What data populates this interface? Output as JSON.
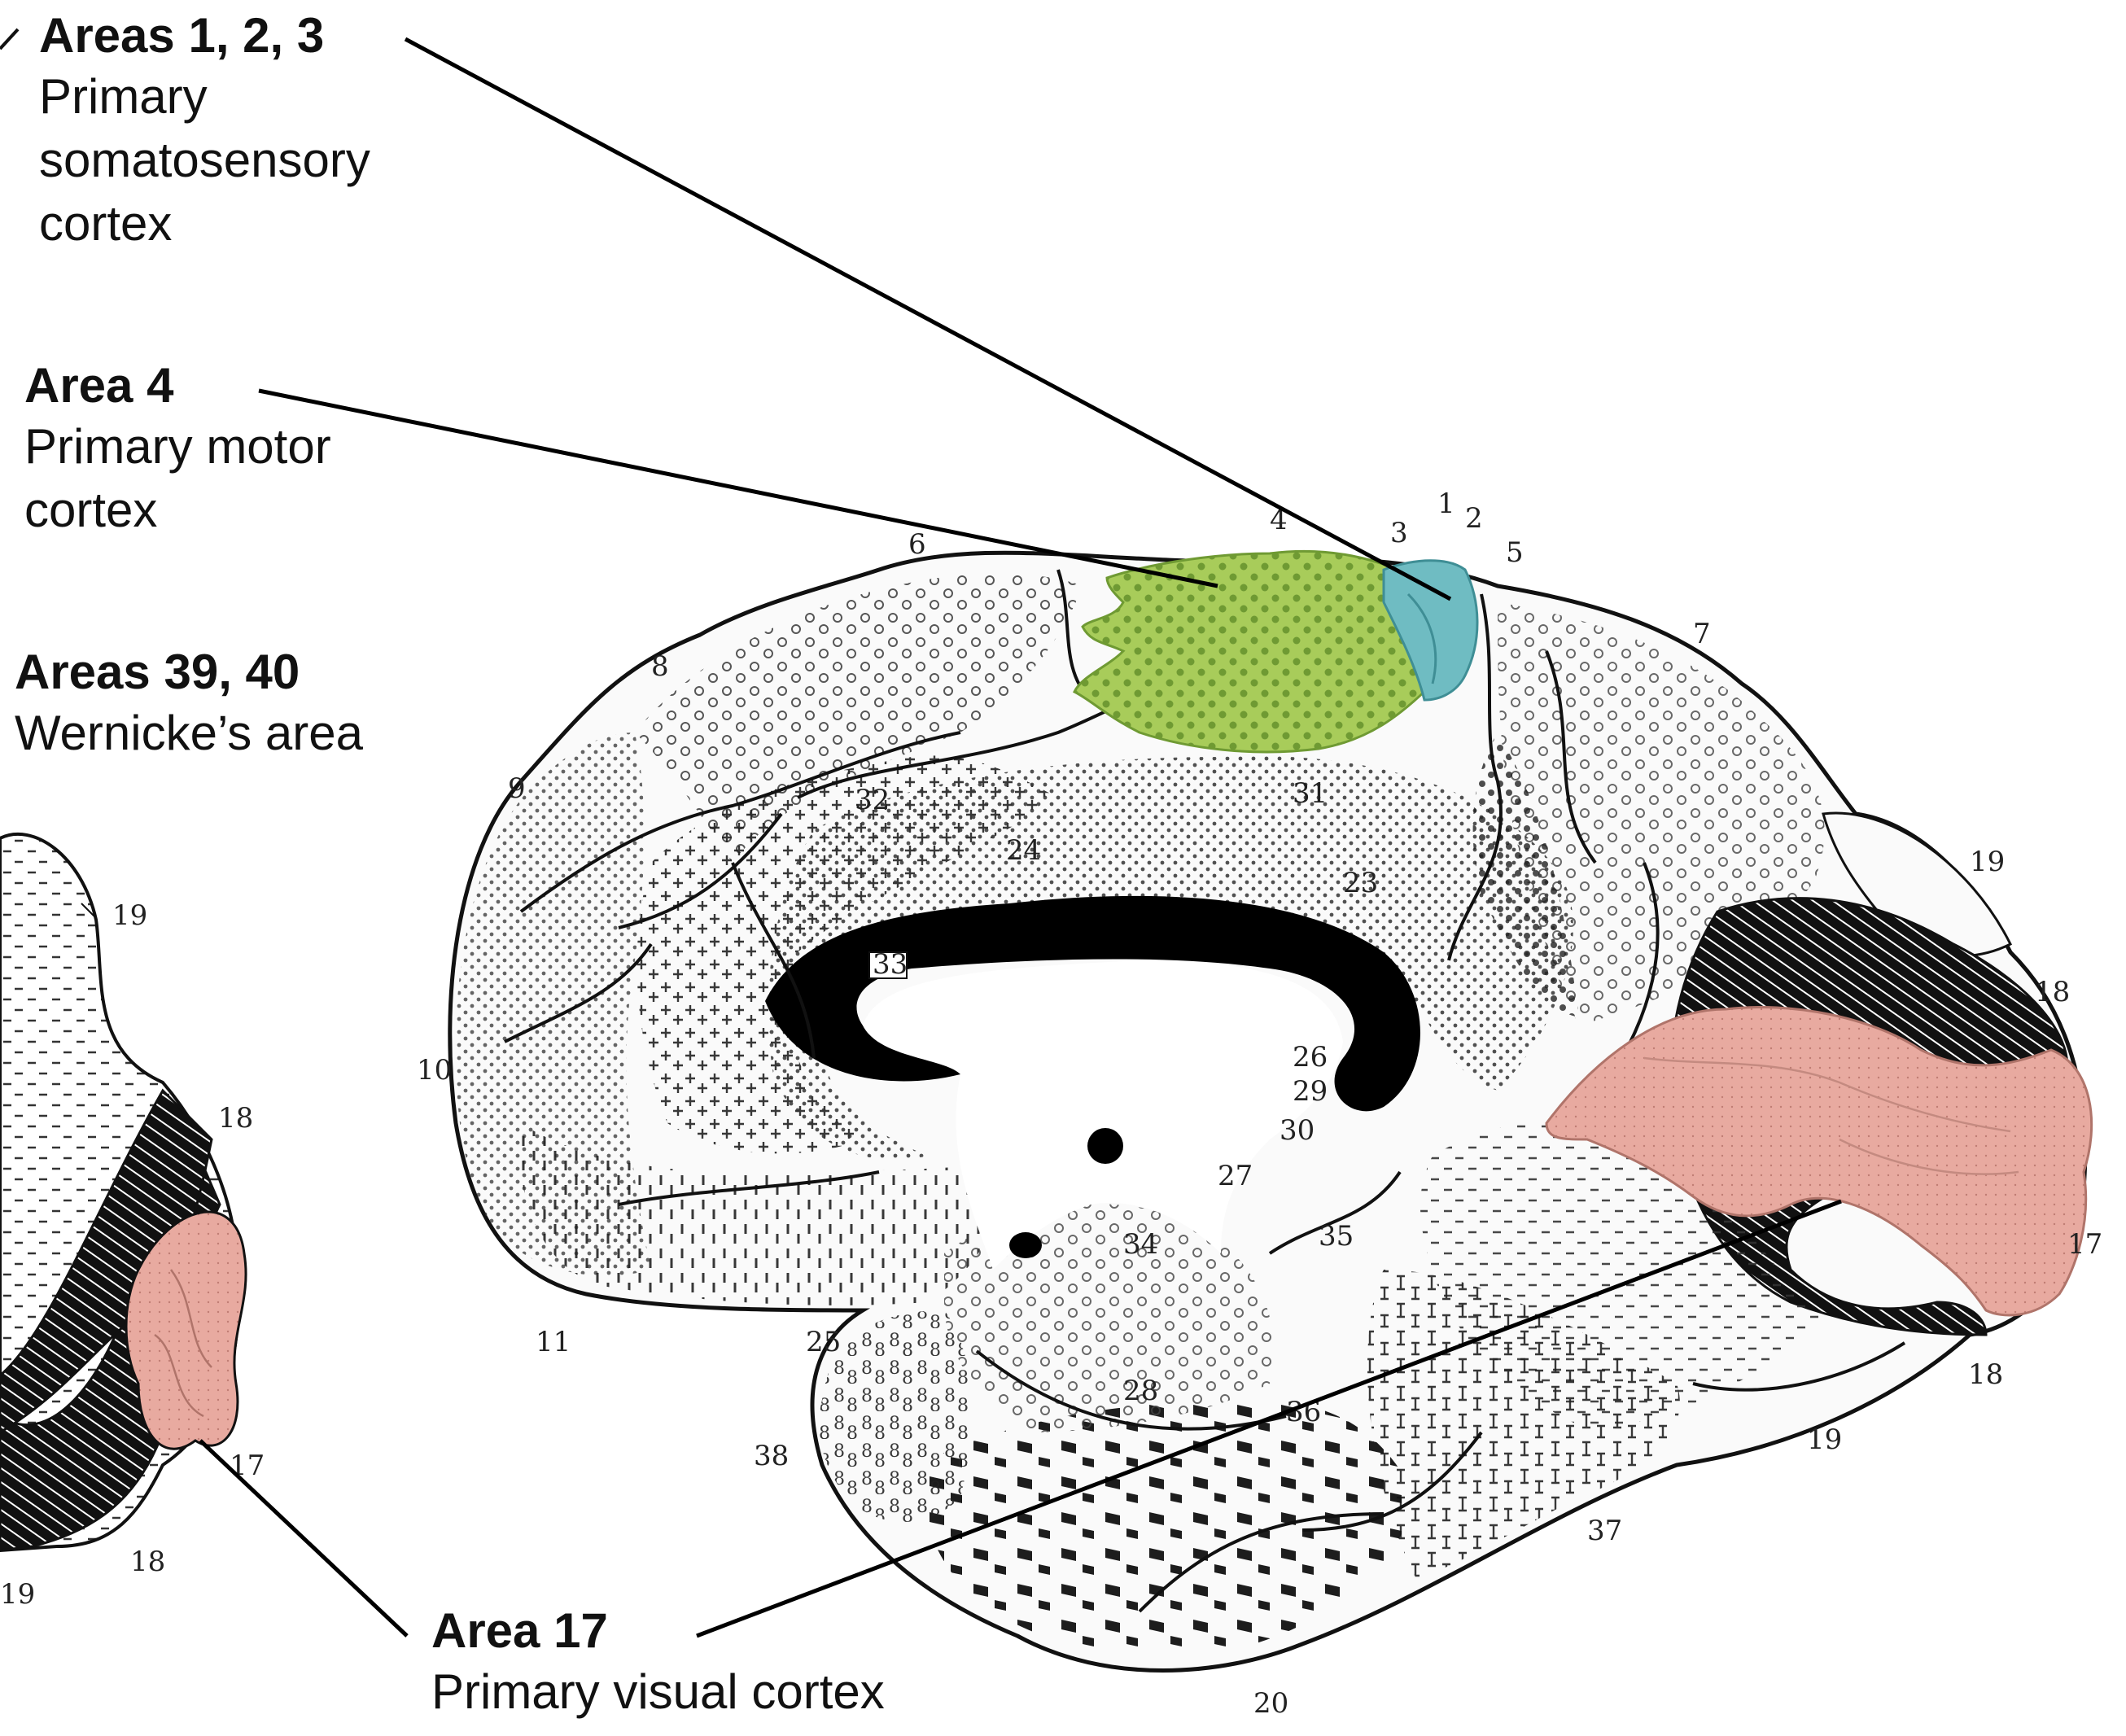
{
  "callouts": {
    "somatosensory": {
      "head": "Areas 1, 2, 3",
      "desc": "Primary\nsomatosensory\ncortex"
    },
    "motor": {
      "head": "Area 4",
      "desc": "Primary motor\ncortex"
    },
    "wernicke": {
      "head": "Areas 39, 40",
      "desc": "Wernicke’s area"
    },
    "visual": {
      "head": "Area 17",
      "desc": "Primary visual cortex"
    }
  },
  "area_numbers": {
    "a1": "1",
    "a2": "2",
    "a3": "3",
    "a4": "4",
    "a5": "5",
    "a6": "6",
    "a7": "7",
    "a8": "8",
    "a9": "9",
    "a10": "10",
    "a11": "11",
    "a17": "17",
    "a18a": "18",
    "a18b": "18",
    "a19a": "19",
    "a19b": "19",
    "a20": "20",
    "a23": "23",
    "a24": "24",
    "a25": "25",
    "a26": "26",
    "a27": "27",
    "a28": "28",
    "a29": "29",
    "a30": "30",
    "a31": "31",
    "a32": "32",
    "a33": "33",
    "a34": "34",
    "a35": "35",
    "a36": "36",
    "a37": "37",
    "a38": "38",
    "inset19a": "19",
    "inset18a": "18",
    "inset17": "17",
    "inset18b": "18",
    "inset19b": "19"
  },
  "colors": {
    "motor_fill": "#a8cc5a",
    "somatosensory_fill": "#6fbcc2",
    "visual_fill": "#e8aaa0",
    "outline": "#111111",
    "callus": "#000000"
  }
}
